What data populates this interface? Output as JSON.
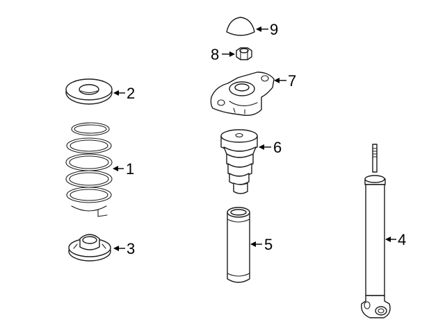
{
  "diagram": {
    "parts": [
      {
        "number": "1",
        "icon": "coil-spring-icon"
      },
      {
        "number": "2",
        "icon": "upper-spring-seat-icon"
      },
      {
        "number": "3",
        "icon": "lower-spring-seat-icon"
      },
      {
        "number": "4",
        "icon": "shock-absorber-icon"
      },
      {
        "number": "5",
        "icon": "dust-boot-icon"
      },
      {
        "number": "6",
        "icon": "bump-stop-icon"
      },
      {
        "number": "7",
        "icon": "strut-mount-icon"
      },
      {
        "number": "8",
        "icon": "nut-icon"
      },
      {
        "number": "9",
        "icon": "dust-cap-icon"
      }
    ],
    "colors": {
      "line": "#1a1a1a",
      "background": "#ffffff"
    }
  }
}
